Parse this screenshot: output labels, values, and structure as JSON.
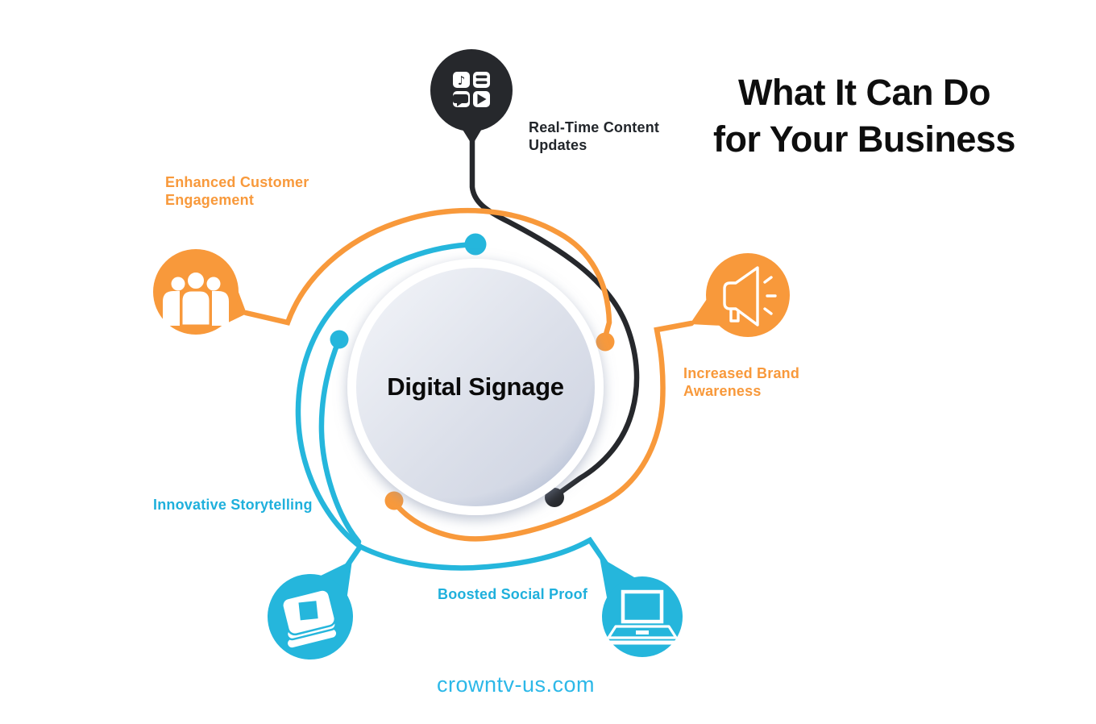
{
  "header": {
    "title_line1": "What It Can Do",
    "title_line2": "for Your Business"
  },
  "center": {
    "label": "Digital Signage"
  },
  "benefits": {
    "real_time": {
      "line1": "Real-Time Content",
      "line2": "Updates",
      "icon": "apps-grid-icon"
    },
    "engagement": {
      "line1": "Enhanced Customer",
      "line2": "Engagement",
      "icon": "people-group-icon"
    },
    "brand": {
      "line1": "Increased Brand",
      "line2": "Awareness",
      "icon": "megaphone-icon"
    },
    "storytelling": {
      "line1": "Innovative Storytelling",
      "icon": "book-icon"
    },
    "social_proof": {
      "line1": "Boosted Social Proof",
      "icon": "laptop-icon"
    }
  },
  "footer": {
    "website": "crowntv-us.com"
  },
  "colors": {
    "orange": "#F8993B",
    "cyan": "#25B6DC",
    "cyan_text": "#1FB0DC",
    "dark": "#26282C",
    "title_text": "#0E0E0E",
    "center_gradient_start": "#F3F5F9",
    "center_gradient_end": "#CBD1E0",
    "center_rim": "#A9B6CE"
  }
}
